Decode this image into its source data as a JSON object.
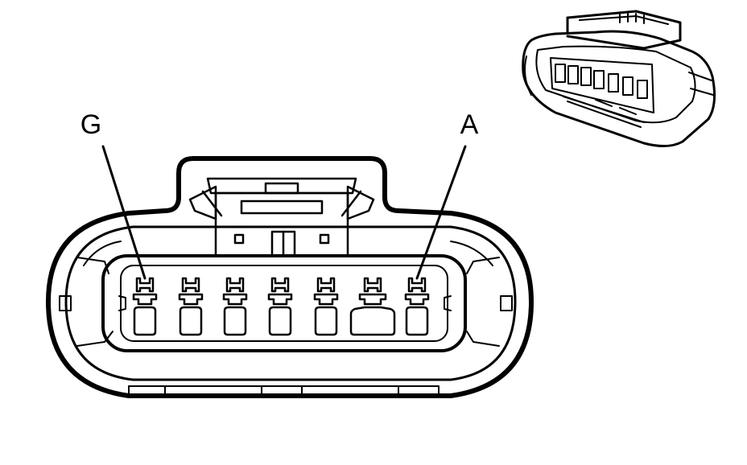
{
  "diagram": {
    "pin_labels": {
      "left": "G",
      "right": "A"
    },
    "pin_count": 7,
    "colors": {
      "line": "#000000",
      "background": "#ffffff"
    }
  }
}
